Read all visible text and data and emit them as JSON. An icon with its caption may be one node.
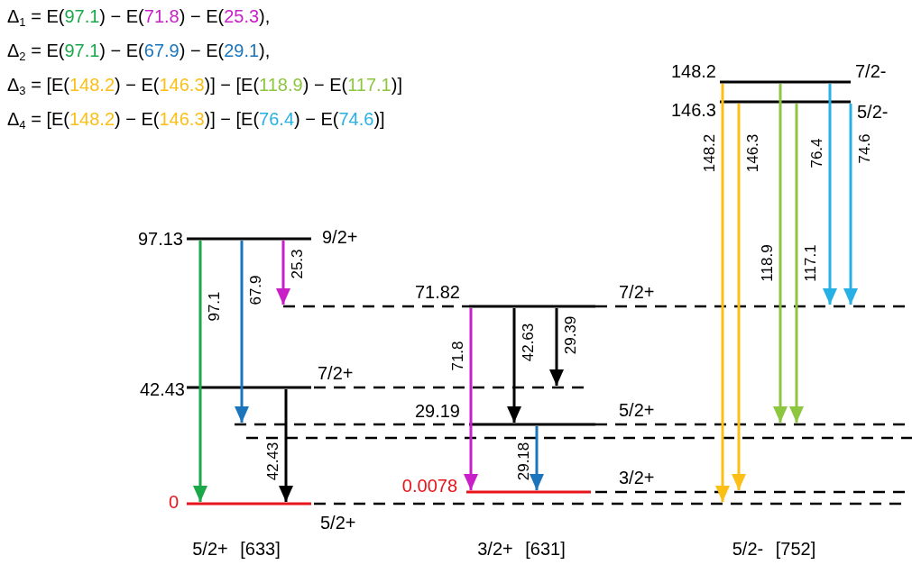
{
  "diagram": {
    "nodes": [
      {
        "text": [],
        "shape": "bar",
        "beside": [
          "97.13",
          "9/2+"
        ]
      },
      {
        "text": [],
        "shape": "bar",
        "beside": [
          "42.43",
          "7/2+"
        ]
      },
      {
        "text": [],
        "shape": "bar",
        "beside": [
          "0",
          "5/2+"
        ]
      },
      {
        "text": [],
        "shape": "bar",
        "beside": [
          "71.82",
          "7/2+"
        ]
      },
      {
        "text": [],
        "shape": "bar",
        "beside": [
          "29.19",
          "5/2+"
        ]
      },
      {
        "text": [],
        "shape": "bar",
        "beside": [
          "0.0078",
          "3/2+"
        ]
      },
      {
        "text": [],
        "shape": "bar",
        "beside": [
          "148.2",
          "7/2-"
        ]
      },
      {
        "text": [],
        "shape": "bar",
        "beside": [
          "146.3",
          "5/2-"
        ]
      }
    ],
    "edges": [
      {
        "from": 0,
        "to": 2,
        "arrow": "to",
        "label": "97.1",
        "color": "#1aa84b"
      },
      {
        "from": 0,
        "to": 4,
        "arrow": "to",
        "label": "67.9",
        "color": "#1b75bc"
      },
      {
        "from": 0,
        "to": 3,
        "arrow": "to",
        "label": "25.3",
        "color": "#c81fc8"
      },
      {
        "from": 1,
        "to": 2,
        "arrow": "to",
        "label": "42.43",
        "color": "#000000"
      },
      {
        "from": 3,
        "to": 5,
        "arrow": "to",
        "label": "71.8",
        "color": "#c81fc8"
      },
      {
        "from": 3,
        "to": 4,
        "arrow": "to",
        "label": "42.63",
        "color": "#000000"
      },
      {
        "from": 3,
        "to": 1,
        "arrow": "to",
        "label": "29.39",
        "color": "#000000"
      },
      {
        "from": 4,
        "to": 5,
        "arrow": "to",
        "label": "29.18",
        "color": "#1b75bc"
      },
      {
        "from": 6,
        "to": 2,
        "arrow": "to",
        "label": "148.2",
        "color": "#fbbf16"
      },
      {
        "from": 7,
        "to": 5,
        "arrow": "to",
        "label": "146.3",
        "color": "#fbbf16"
      },
      {
        "from": 6,
        "to": 4,
        "arrow": "to",
        "label": "118.9",
        "color": "#8dc63f"
      },
      {
        "from": 7,
        "to": 4,
        "arrow": "to",
        "label": "117.1",
        "color": "#8dc63f"
      },
      {
        "from": 6,
        "to": 3,
        "arrow": "to",
        "label": "76.4",
        "color": "#27b0e6"
      },
      {
        "from": 7,
        "to": 3,
        "arrow": "to",
        "label": "74.6",
        "color": "#27b0e6"
      }
    ],
    "labels": [
      "Δ$_{1}$ = E(97.1) − E(71.8) − E(25.3),",
      "Δ$_{2}$ = E(97.1) − E(67.9) − E(29.1),",
      "Δ$_{3}$ = [E(148.2) − E(146.3)] − [E(118.9) − E(117.1)]",
      "Δ$_{4}$ = [E(148.2) − E(146.3)] − [E(76.4) − E(74.6)]",
      "5/2+ [633]",
      "3/2+ [631]",
      "5/2- [752]"
    ]
  }
}
